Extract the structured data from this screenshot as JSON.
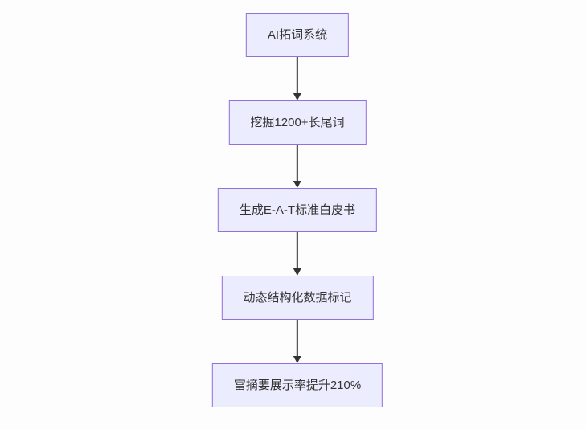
{
  "diagram": {
    "type": "flowchart",
    "direction": "top-down",
    "nodes": [
      {
        "id": "n1",
        "label": "AI拓词系统"
      },
      {
        "id": "n2",
        "label": "挖掘1200+长尾词"
      },
      {
        "id": "n3",
        "label": "生成E-A-T标准白皮书"
      },
      {
        "id": "n4",
        "label": "动态结构化数据标记"
      },
      {
        "id": "n5",
        "label": "富摘要展示率提升210%"
      }
    ],
    "edges": [
      {
        "from": "n1",
        "to": "n2"
      },
      {
        "from": "n2",
        "to": "n3"
      },
      {
        "from": "n3",
        "to": "n4"
      },
      {
        "from": "n4",
        "to": "n5"
      }
    ],
    "colors": {
      "background": "#fdfdfd",
      "node_fill": "#ECECFF",
      "node_border": "#9370DB",
      "arrow": "#333333",
      "text": "#333333"
    }
  }
}
